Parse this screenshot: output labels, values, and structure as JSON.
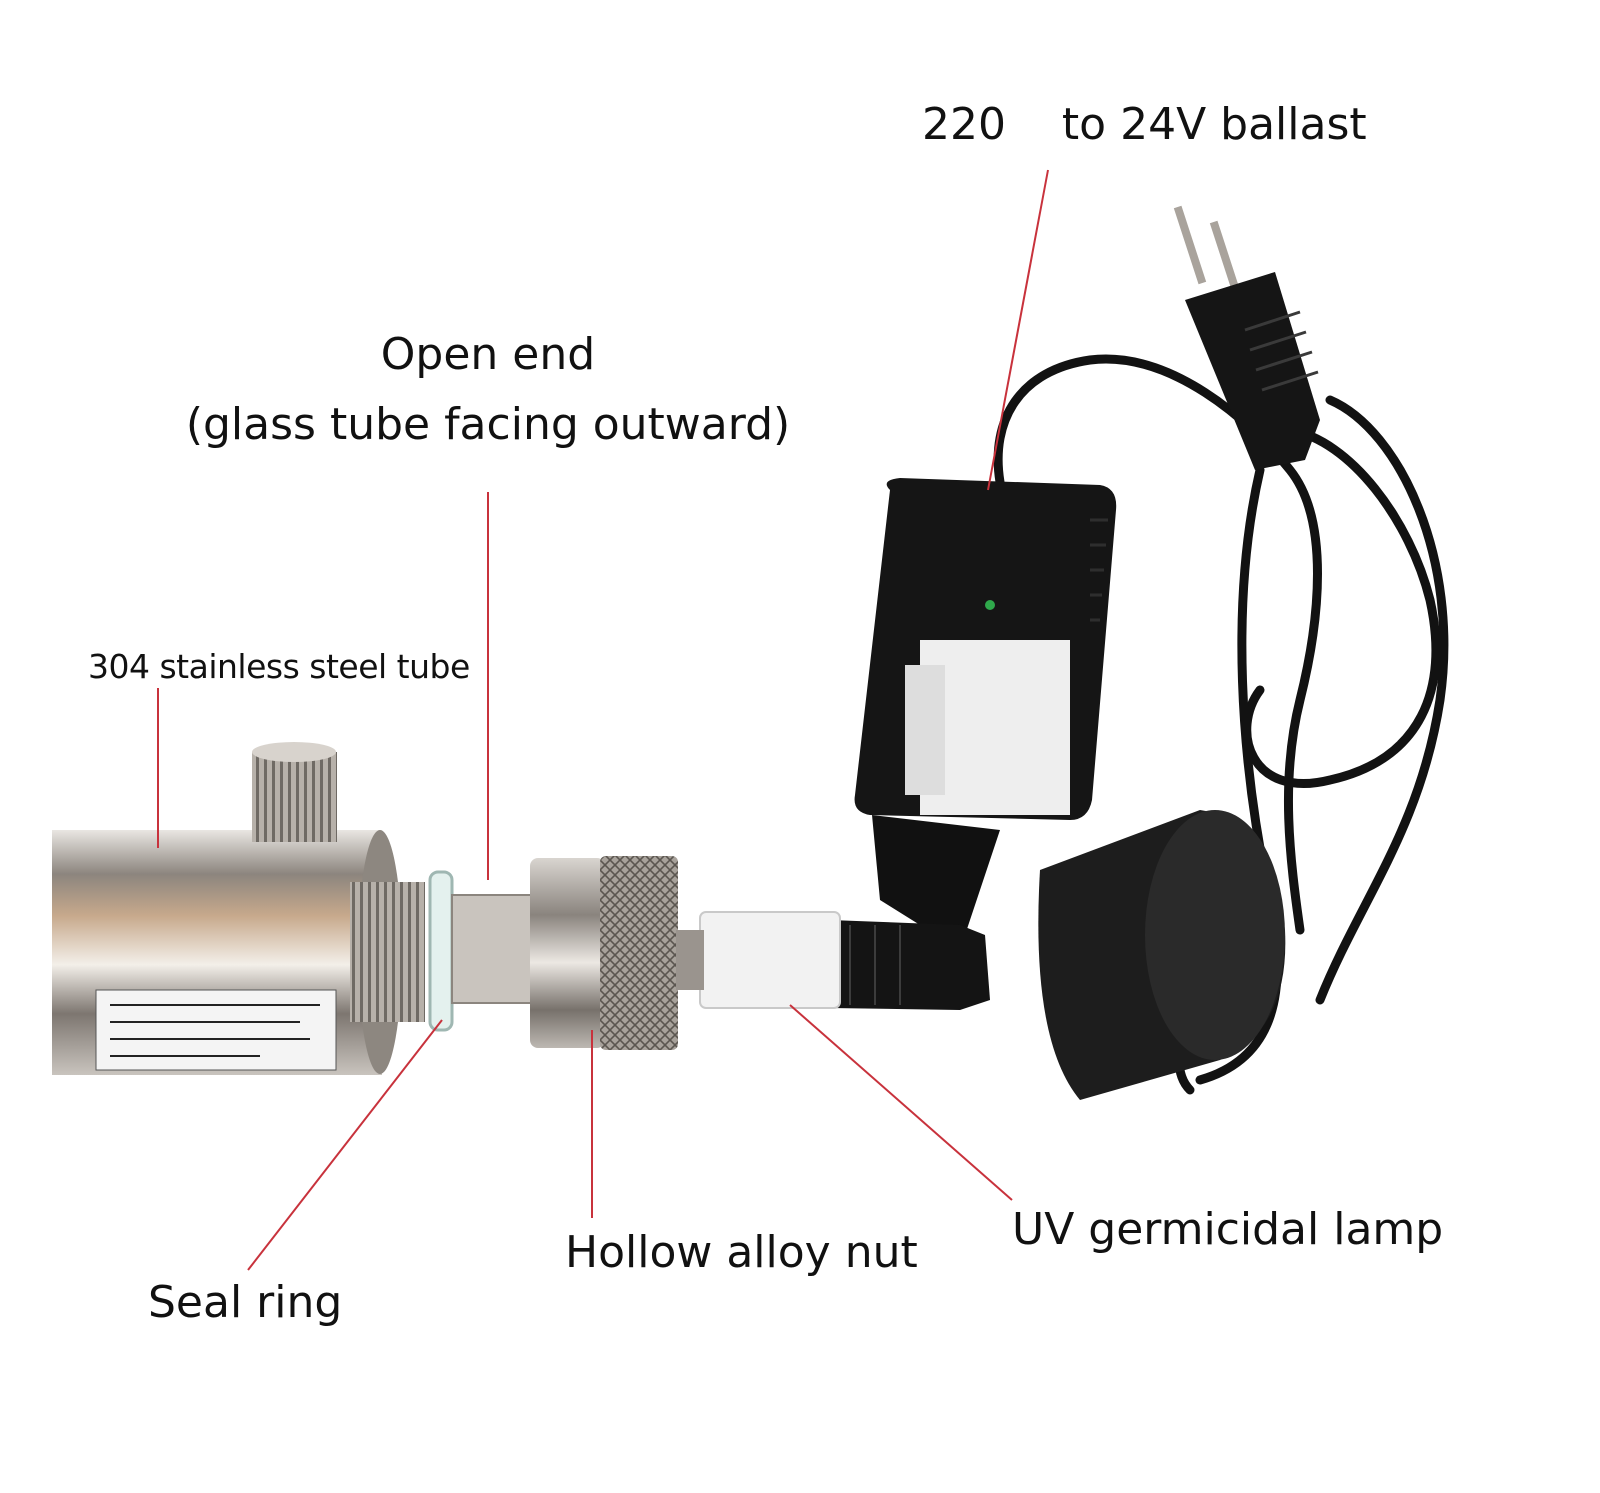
{
  "labels": {
    "ballast": "220    to 24V ballast",
    "open_end_line1": "Open end",
    "open_end_line2": "(glass tube facing outward)",
    "steel_tube": "304 stainless steel tube",
    "seal_ring": "Seal ring",
    "nut": "Hollow alloy nut",
    "lamp": "UV germicidal lamp"
  },
  "colors": {
    "leader_line": "#c8323c",
    "steel": "#b9b3ad",
    "black_plastic": "#141414",
    "white_sleeve": "#f2f2f2"
  }
}
